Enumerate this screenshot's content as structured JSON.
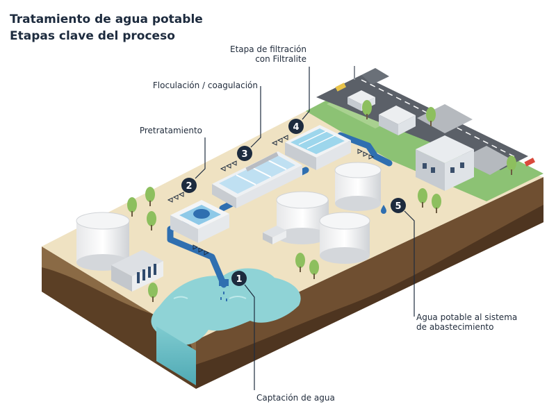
{
  "header": {
    "title_line1": "Tratamiento de agua potable",
    "title_line2": "Etapas clave del proceso"
  },
  "steps": [
    {
      "number": "1",
      "label": "Captación de agua"
    },
    {
      "number": "2",
      "label": "Pretratamiento"
    },
    {
      "number": "3",
      "label": "Floculación / coagulación"
    },
    {
      "number": "4",
      "label_line1": "Etapa de filtración",
      "label_line2": "con Filtralite"
    },
    {
      "number": "5",
      "label_line1": "Agua potable al sistema",
      "label_line2": "de abastecimiento"
    }
  ],
  "colors": {
    "ground": "#efe2c2",
    "grass": "#8cc274",
    "water": "#8fd3d6",
    "soil": "#7a5a38",
    "pipe": "#2f6fb0",
    "badge": "#1d2b3e",
    "road": "#5b6068"
  }
}
